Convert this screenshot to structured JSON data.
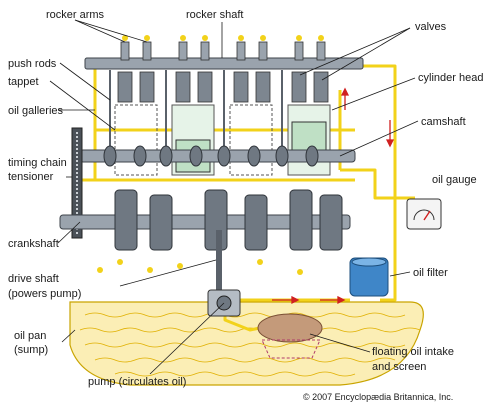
{
  "labels": {
    "rocker_arms": "rocker arms",
    "rocker_shaft": "rocker shaft",
    "valves": "valves",
    "push_rods": "push rods",
    "tappet": "tappet",
    "cylinder_head": "cylinder head",
    "oil_galleries": "oil galleries",
    "camshaft": "camshaft",
    "timing_chain_line1": "timing chain",
    "timing_chain_line2": "tensioner",
    "oil_gauge": "oil gauge",
    "crankshaft": "crankshaft",
    "drive_shaft_line1": "drive shaft",
    "drive_shaft_line2": "(powers pump)",
    "oil_filter": "oil filter",
    "oil_pan_line1": "oil pan",
    "oil_pan_line2": "(sump)",
    "floating_intake_line1": "floating oil intake",
    "floating_intake_line2": "and screen",
    "pump": "pump (circulates oil)"
  },
  "copyright": "© 2007 Encyclopædia Britannica, Inc.",
  "colors": {
    "oil": "#f2d21a",
    "oil_pan_fill": "#fbeeb5",
    "flow_arrow": "#d02020",
    "steel": "#9aa3ad",
    "piston": "#bfe0c5",
    "filter": "#3f86c8"
  }
}
